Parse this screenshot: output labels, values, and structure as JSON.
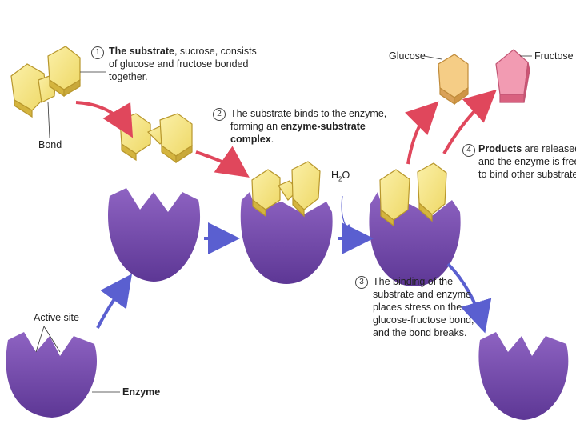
{
  "steps": [
    {
      "number": "1",
      "lines": [
        {
          "parts": [
            {
              "text": "The ",
              "bold": true
            },
            {
              "text": "substrate",
              "bold": true
            },
            {
              "text": ", sucrose, consists",
              "bold": false
            }
          ]
        },
        {
          "parts": [
            {
              "text": "of glucose and fructose bonded",
              "bold": false
            }
          ]
        },
        {
          "parts": [
            {
              "text": "together.",
              "bold": false
            }
          ]
        }
      ]
    },
    {
      "number": "2",
      "lines": [
        {
          "parts": [
            {
              "text": "The substrate binds to the enzyme,",
              "bold": false
            }
          ]
        },
        {
          "parts": [
            {
              "text": "forming an ",
              "bold": false
            },
            {
              "text": "enzyme-substrate",
              "bold": true
            }
          ]
        },
        {
          "parts": [
            {
              "text": "complex",
              "bold": true
            },
            {
              "text": ".",
              "bold": false
            }
          ]
        }
      ]
    },
    {
      "number": "3",
      "lines": [
        {
          "parts": [
            {
              "text": "The binding of the",
              "bold": false
            }
          ]
        },
        {
          "parts": [
            {
              "text": "substrate and enzyme",
              "bold": false
            }
          ]
        },
        {
          "parts": [
            {
              "text": "places stress on the",
              "bold": false
            }
          ]
        },
        {
          "parts": [
            {
              "text": "glucose-fructose bond,",
              "bold": false
            }
          ]
        },
        {
          "parts": [
            {
              "text": "and the bond breaks.",
              "bold": false
            }
          ]
        }
      ]
    },
    {
      "number": "4",
      "lines": [
        {
          "parts": [
            {
              "text": "Products",
              "bold": true
            },
            {
              "text": " are released,",
              "bold": false
            }
          ]
        },
        {
          "parts": [
            {
              "text": "and the enzyme is free",
              "bold": false
            }
          ]
        },
        {
          "parts": [
            {
              "text": "to bind other substrates.",
              "bold": false
            }
          ]
        }
      ]
    }
  ],
  "labels": {
    "bond": "Bond",
    "active_site": "Active site",
    "enzyme": "Enzyme",
    "glucose": "Glucose",
    "fructose": "Fructose",
    "water_main": "H",
    "water_sub": "2",
    "water_end": "O"
  },
  "colors": {
    "enzyme": "#7b4fb0",
    "enzyme_dark": "#5a3590",
    "substrate": "#f3e27a",
    "substrate_edge": "#c9a93a",
    "glucose": "#f2c27a",
    "fructose": "#ef7f9c",
    "red_arrow": "#e0475c",
    "blue_arrow": "#5a5fd0"
  }
}
